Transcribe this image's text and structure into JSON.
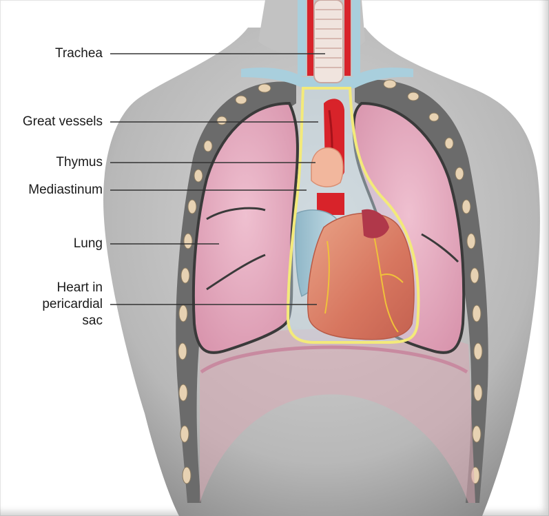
{
  "diagram": {
    "labels": {
      "trachea": "Trachea",
      "great_vessels": "Great vessels",
      "thymus": "Thymus",
      "mediastinum": "Mediastinum",
      "lung": "Lung",
      "heart_line1": "Heart in",
      "heart_line2": "pericardial",
      "heart_line3": "sac"
    }
  },
  "colors": {
    "skin": "#c9c9c9",
    "lung": "#e6aac0",
    "pleura_outline": "#3a3a3a",
    "mediastinum_outline": "#f3ea7a",
    "heart": "#d9826b",
    "aorta": "#d8232a",
    "vein": "#a9c9d6",
    "thymus": "#f2b79d",
    "rib": "#e7d2b3"
  }
}
